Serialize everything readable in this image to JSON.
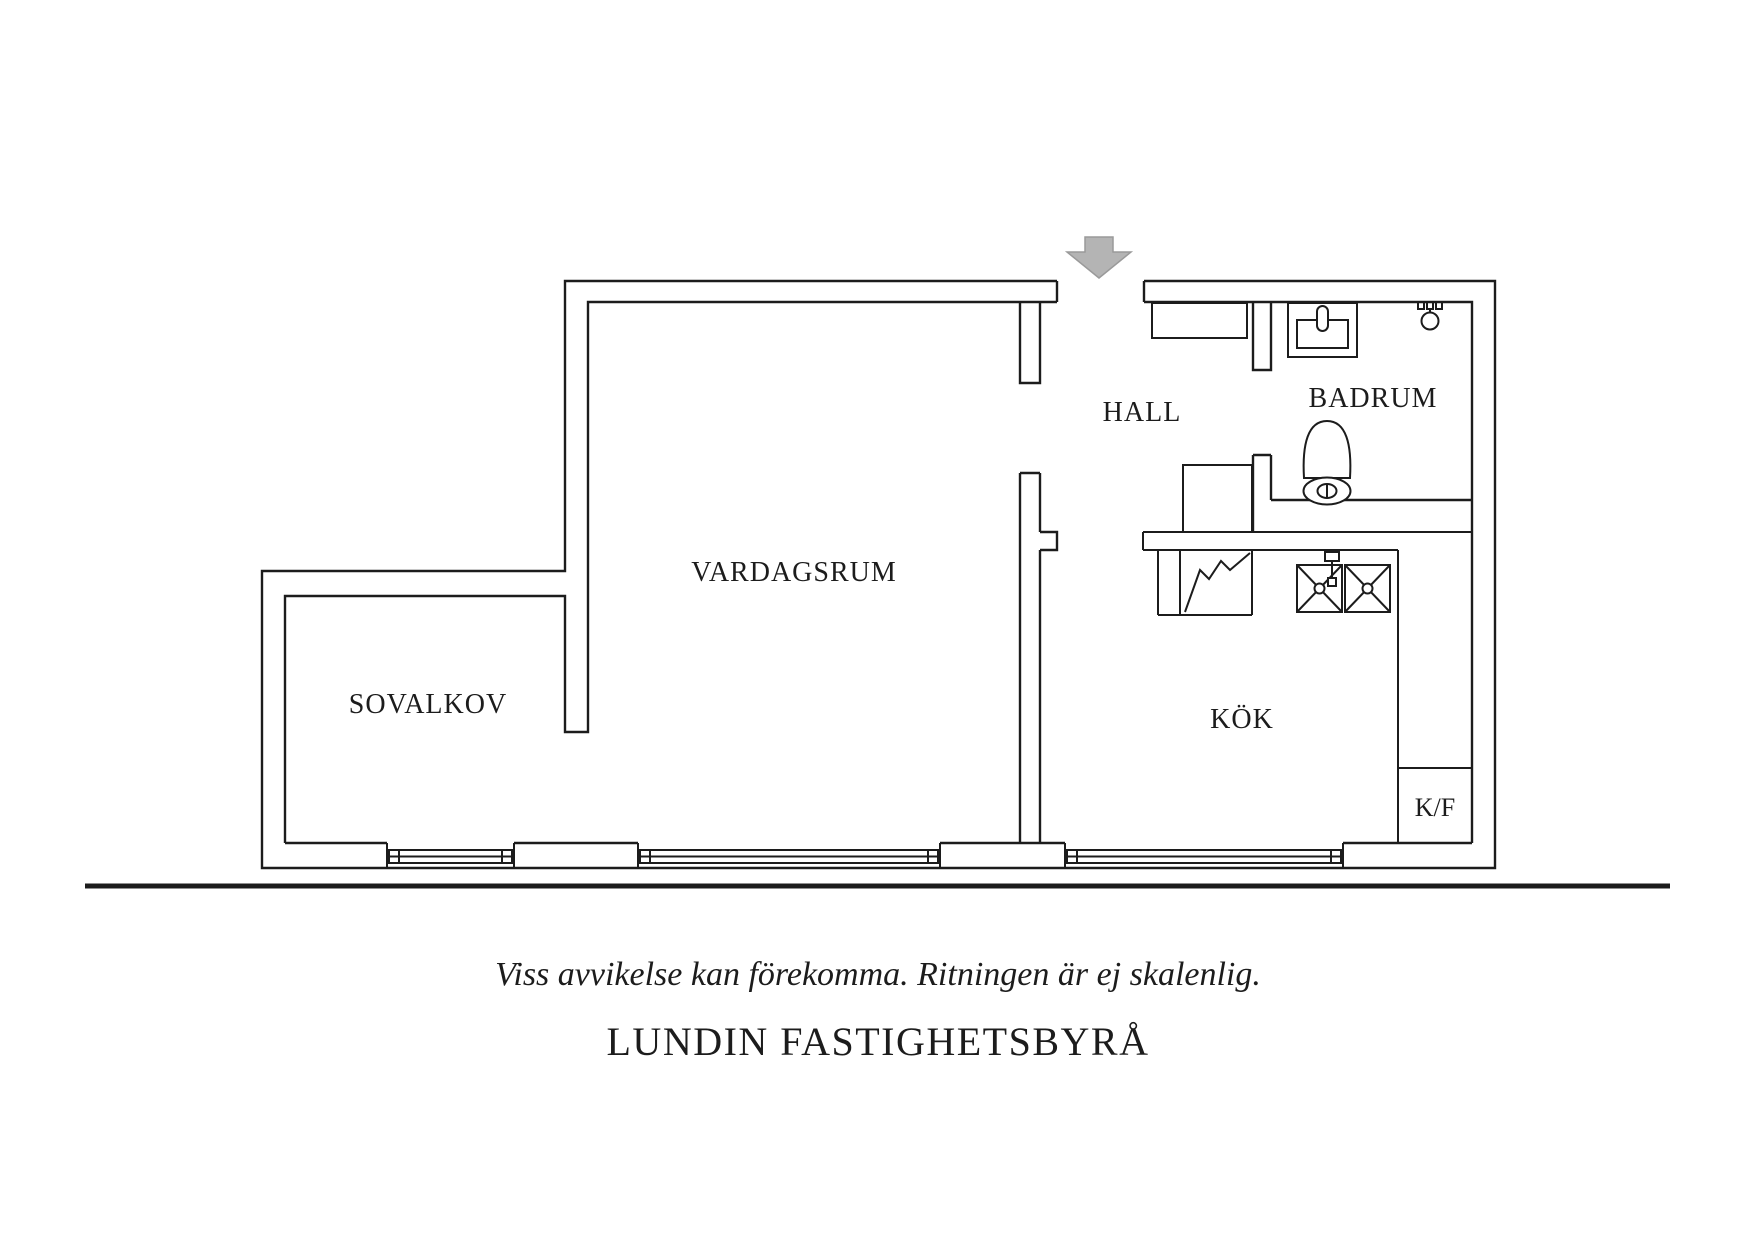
{
  "plan": {
    "line_color": "#1c1c1c",
    "entrance_arrow_color": "#b4b4b4",
    "rooms": [
      {
        "id": "sovalkov",
        "label": "SOVALKOV"
      },
      {
        "id": "vardagsrum",
        "label": "VARDAGSRUM"
      },
      {
        "id": "hall",
        "label": "HALL"
      },
      {
        "id": "badrum",
        "label": "BADRUM"
      },
      {
        "id": "kok",
        "label": "KÖK"
      },
      {
        "id": "kf",
        "label": "K/F"
      }
    ],
    "fixtures": [
      "entrance-arrow",
      "hall-closets",
      "bathroom-sink",
      "shower",
      "toilet",
      "kitchen-counter",
      "stove",
      "double-kitchen-sink",
      "fridge-freezer-niche",
      "three-windows"
    ]
  },
  "footer": {
    "disclaimer": "Viss avvikelse kan förekomma. Ritningen är ej skalenlig.",
    "company": "LUNDIN FASTIGHETSBYRÅ"
  }
}
